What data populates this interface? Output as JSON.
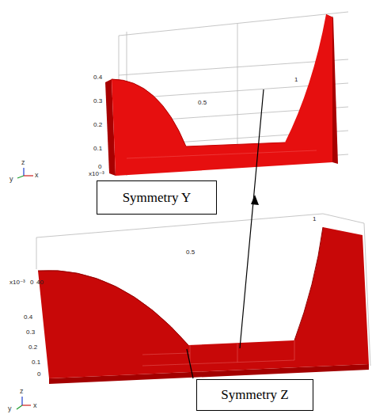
{
  "diagram": {
    "nodes": [
      {
        "text": [
          "Symmetry Y"
        ]
      },
      {
        "text": [
          "Symmetry Z"
        ]
      }
    ],
    "labels": [
      "0.4",
      "0.3",
      "0.2",
      "0.1",
      "0",
      "0.5",
      "1",
      "x10⁻³",
      "z",
      "y",
      "x",
      "x10⁻³",
      "0",
      "40",
      "0.5",
      "1",
      "0.4",
      "0.3",
      "0.2",
      "0.1",
      "0",
      "z",
      "y",
      "x"
    ]
  }
}
